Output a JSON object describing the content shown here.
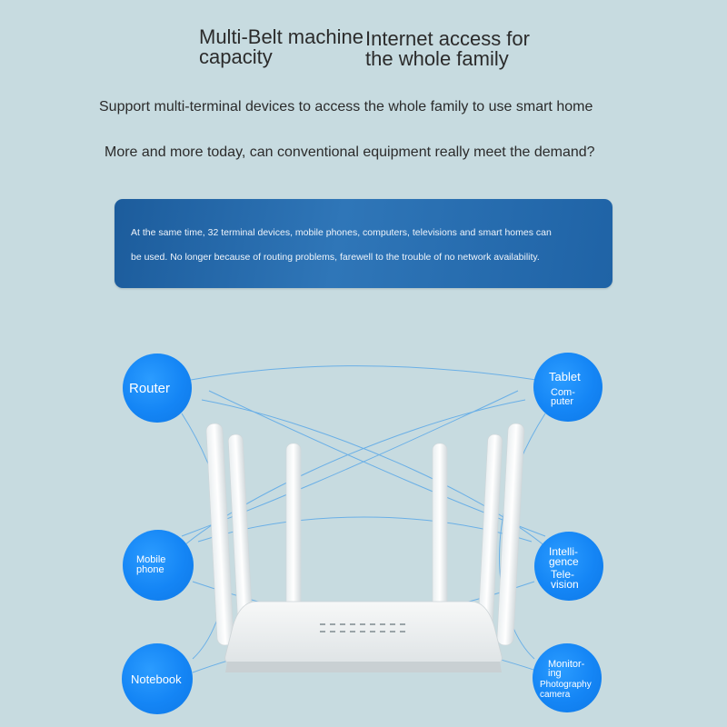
{
  "headline": {
    "left_line1": "Multi-Belt machine",
    "left_line2": "capacity",
    "right_line1": "Internet access for",
    "right_line2": "the whole family"
  },
  "subtitle": "Support multi-terminal devices to access the whole family to use smart home",
  "question": "More and more today, can conventional equipment really meet the demand?",
  "banner": {
    "line1": "At the same time, 32 terminal devices, mobile phones, computers, televisions and smart homes can",
    "line2": "be used. No longer because of routing problems, farewell to the trouble of no network availability."
  },
  "bubbles": {
    "router": "Router",
    "mobile_phone": [
      "Mobile",
      "phone"
    ],
    "notebook": "Notebook",
    "tablet_computer": [
      "Tablet",
      "Com-",
      "puter"
    ],
    "intelligence_television": [
      "Intelli-",
      "gence",
      "Tele-",
      "vision"
    ],
    "monitoring_camera": [
      "Monitor-",
      "ing",
      "Photography",
      "camera"
    ]
  },
  "colors": {
    "background": "#c7dbe0",
    "bubble_blue": "#1485f5",
    "banner_blue": "#1f63a6",
    "connection_line": "#5aa8e8"
  }
}
